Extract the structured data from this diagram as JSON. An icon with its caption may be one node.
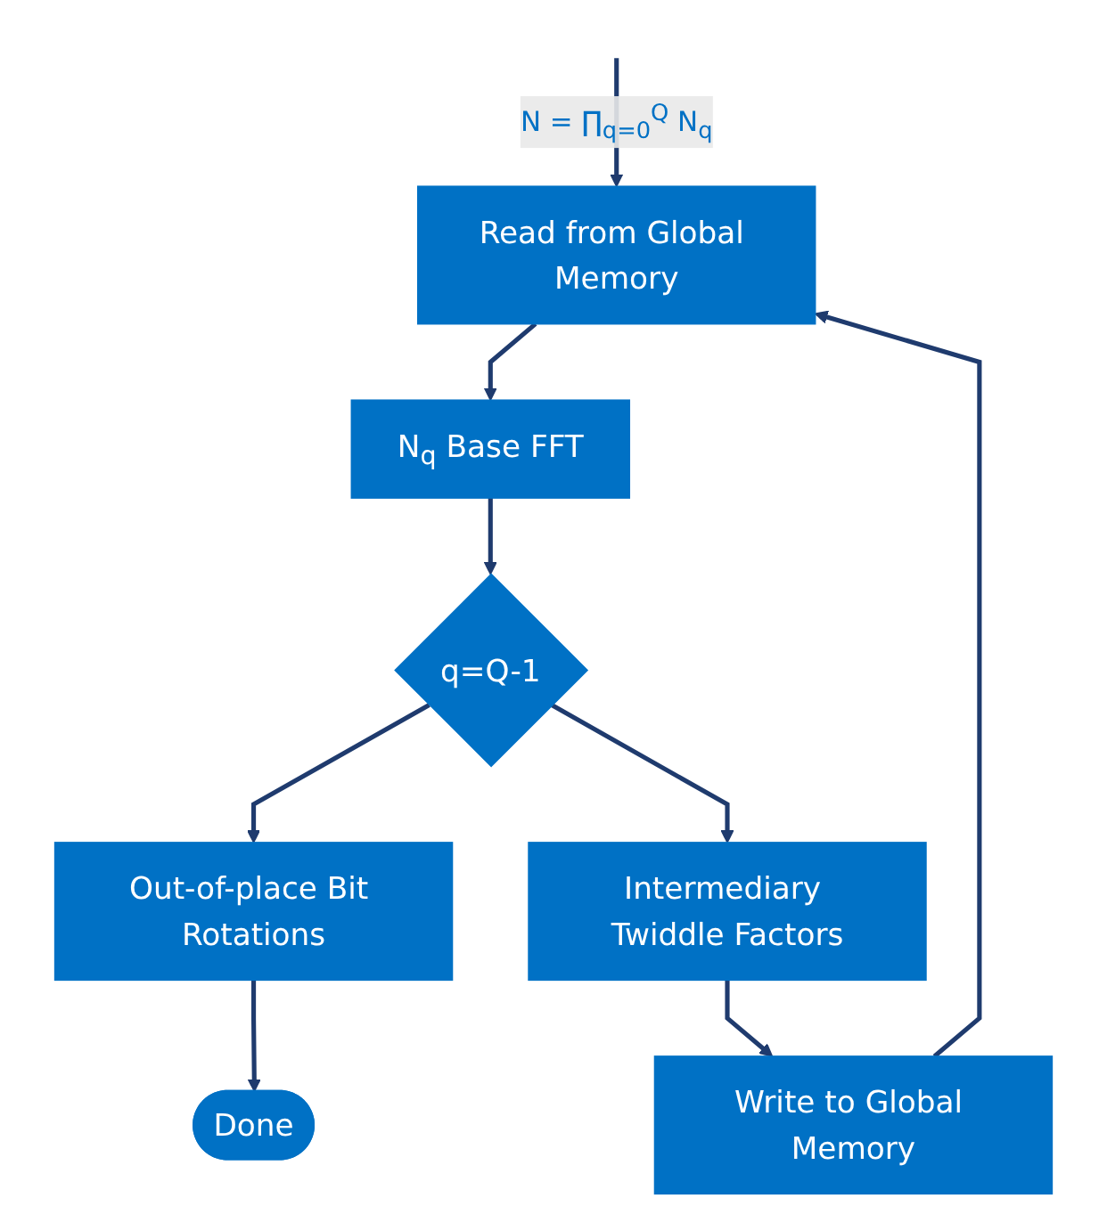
{
  "diagram": {
    "nodes": [
      {
        "text": [
          "Read from Global Memory"
        ]
      },
      {
        "text": [
          "N$_{q}$ Base FFT"
        ]
      },
      {
        "text": [
          "q=Q-1"
        ]
      },
      {
        "text": [
          "Out-of-place Bit Rotations"
        ]
      },
      {
        "text": [
          "Done"
        ]
      },
      {
        "text": [
          "Intermediary Twiddle Factors"
        ]
      },
      {
        "text": [
          "Write to Global Memory"
        ]
      }
    ],
    "edges": [
      {
        "from": null,
        "to": 0,
        "arrow": "to",
        "label": "N = ∏$_{q=0}$$^{Q}$ N$_{q}$"
      },
      {
        "from": 0,
        "to": 1,
        "arrow": "to"
      },
      {
        "from": 1,
        "to": 2,
        "arrow": "to"
      },
      {
        "from": 2,
        "to": 3,
        "arrow": "to"
      },
      {
        "from": 3,
        "to": 4,
        "arrow": "to"
      },
      {
        "from": 2,
        "to": 5,
        "arrow": "to"
      },
      {
        "from": 5,
        "to": 6,
        "arrow": "to"
      },
      {
        "from": 6,
        "to": 0,
        "arrow": "to"
      }
    ]
  }
}
